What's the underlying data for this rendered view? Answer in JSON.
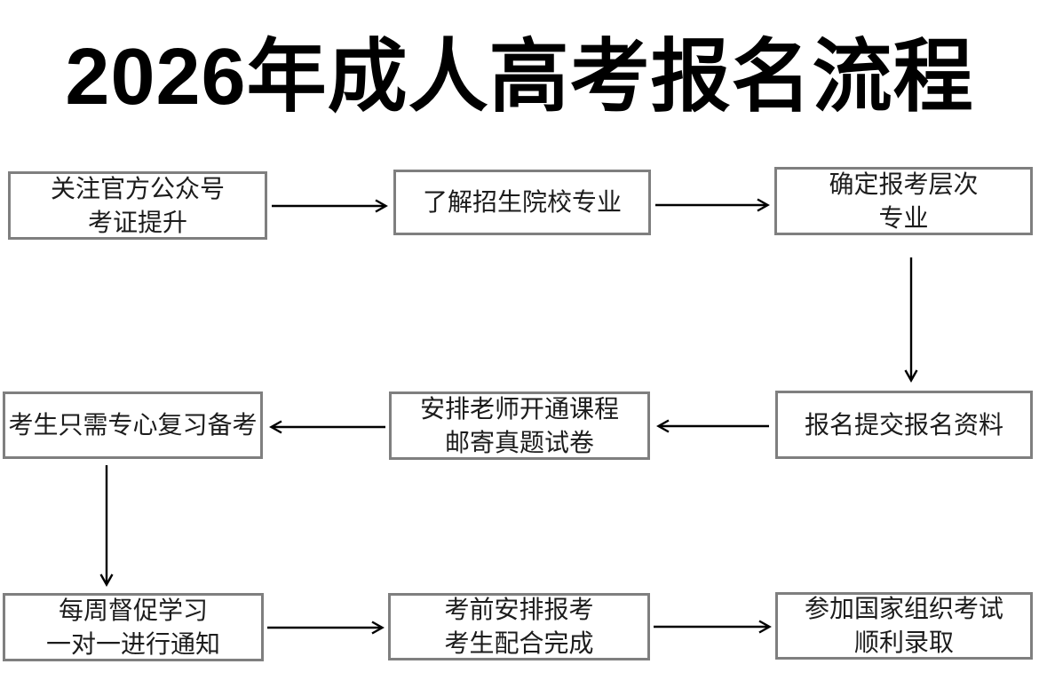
{
  "page": {
    "title": "2026年成人高考报名流程"
  },
  "flowchart": {
    "steps": [
      {
        "id": "follow-official-account",
        "lines": [
          "关注官方公众号",
          "考证提升"
        ]
      },
      {
        "id": "learn-college-majors",
        "lines": [
          "了解招生院校专业"
        ]
      },
      {
        "id": "choose-level-major",
        "lines": [
          "确定报考层次",
          "专业"
        ]
      },
      {
        "id": "submit-registration",
        "lines": [
          "报名提交报名资料"
        ]
      },
      {
        "id": "open-courses-mail-papers",
        "lines": [
          "安排老师开通课程",
          "邮寄真题试卷"
        ]
      },
      {
        "id": "focus-on-review",
        "lines": [
          "考生只需专心复习备考"
        ]
      },
      {
        "id": "weekly-supervision",
        "lines": [
          "每周督促学习",
          "一对一进行通知"
        ]
      },
      {
        "id": "pre-exam-arrangement",
        "lines": [
          "考前安排报考",
          "考生配合完成"
        ]
      },
      {
        "id": "national-exam-admission",
        "lines": [
          "参加国家组织考试",
          "顺利录取"
        ]
      }
    ]
  },
  "colors": {
    "box_border": "#7f7f7f",
    "box_text": "#1c1c1c",
    "title_text": "#000000",
    "arrow": "#000000"
  }
}
